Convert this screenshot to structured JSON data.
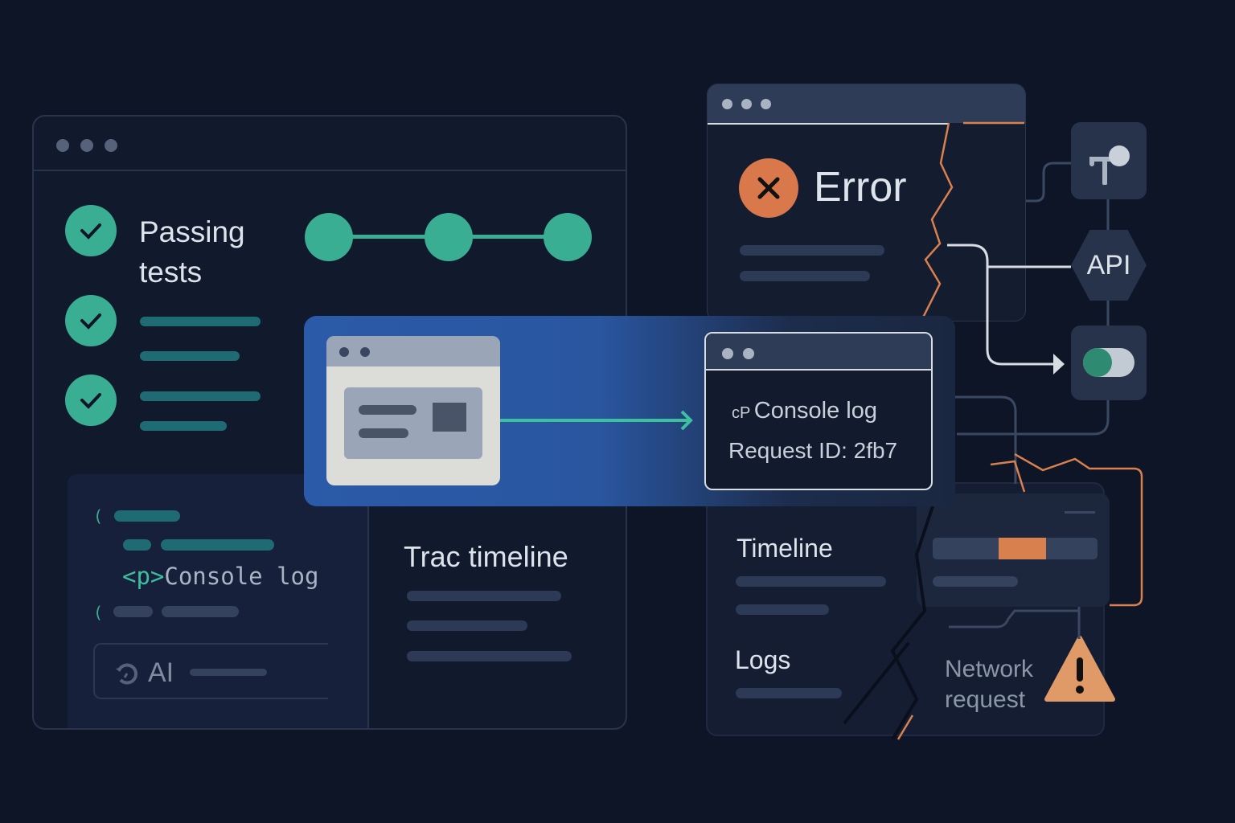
{
  "left_window": {
    "passing_tests_label": "Passing tests",
    "code_panel": {
      "bracket_1": "(",
      "bracket_2": "(",
      "tag": "<p>",
      "console_text": "Console log",
      "ai_label": "AI"
    },
    "trace_title": "Trac timeline"
  },
  "console_card": {
    "tag_icon": "cP",
    "title": "Console log",
    "request_id": "Request ID: 2fb7"
  },
  "error_window": {
    "title": "Error"
  },
  "right_icons": {
    "api_label": "API"
  },
  "bottom_panel": {
    "timeline_label": "Timeline",
    "logs_label": "Logs",
    "network_label": "Network request",
    "timeline_highlight_fraction": 0.4
  },
  "colors": {
    "accent_teal": "#3aae93",
    "error_orange": "#d9784a",
    "background": "#0e1527",
    "banner_blue": "#2b5aa8"
  }
}
